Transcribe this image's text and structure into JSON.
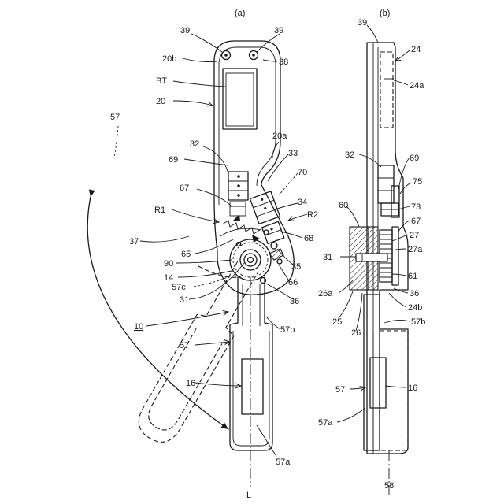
{
  "figure": {
    "caption_a": "(a)",
    "caption_b": "(b)"
  },
  "labels_a": {
    "l39a": "39",
    "l39b": "39",
    "l20b": "20b",
    "l38": "38",
    "lBT": "BT",
    "l20": "20",
    "l57top": "57",
    "l20a": "20a",
    "l33": "33",
    "l32": "32",
    "l69": "69",
    "l70": "70",
    "l67": "67",
    "l34": "34",
    "lR1": "R1",
    "lR2": "R2",
    "l68": "68",
    "l37": "37",
    "l65": "65",
    "l35": "35",
    "l90": "90",
    "l14": "14",
    "l66": "66",
    "l57c": "57c",
    "l31": "31",
    "l36": "36",
    "l10": "10",
    "l57b": "57b",
    "l57mid": "57",
    "l16": "16",
    "l57a": "57a",
    "lL": "L"
  },
  "labels_b": {
    "l39": "39",
    "l24": "24",
    "l24a": "24a",
    "l32": "32",
    "l69": "69",
    "l75": "75",
    "l73": "73",
    "l60": "60",
    "l67": "67",
    "l27": "27",
    "l27a": "27a",
    "l31": "31",
    "l61": "61",
    "l26a": "26a",
    "l36": "36",
    "l24b": "24b",
    "l25": "25",
    "l26": "26",
    "l57b": "57b",
    "l57": "57",
    "l16": "16",
    "l57a": "57a",
    "l58": "58"
  }
}
